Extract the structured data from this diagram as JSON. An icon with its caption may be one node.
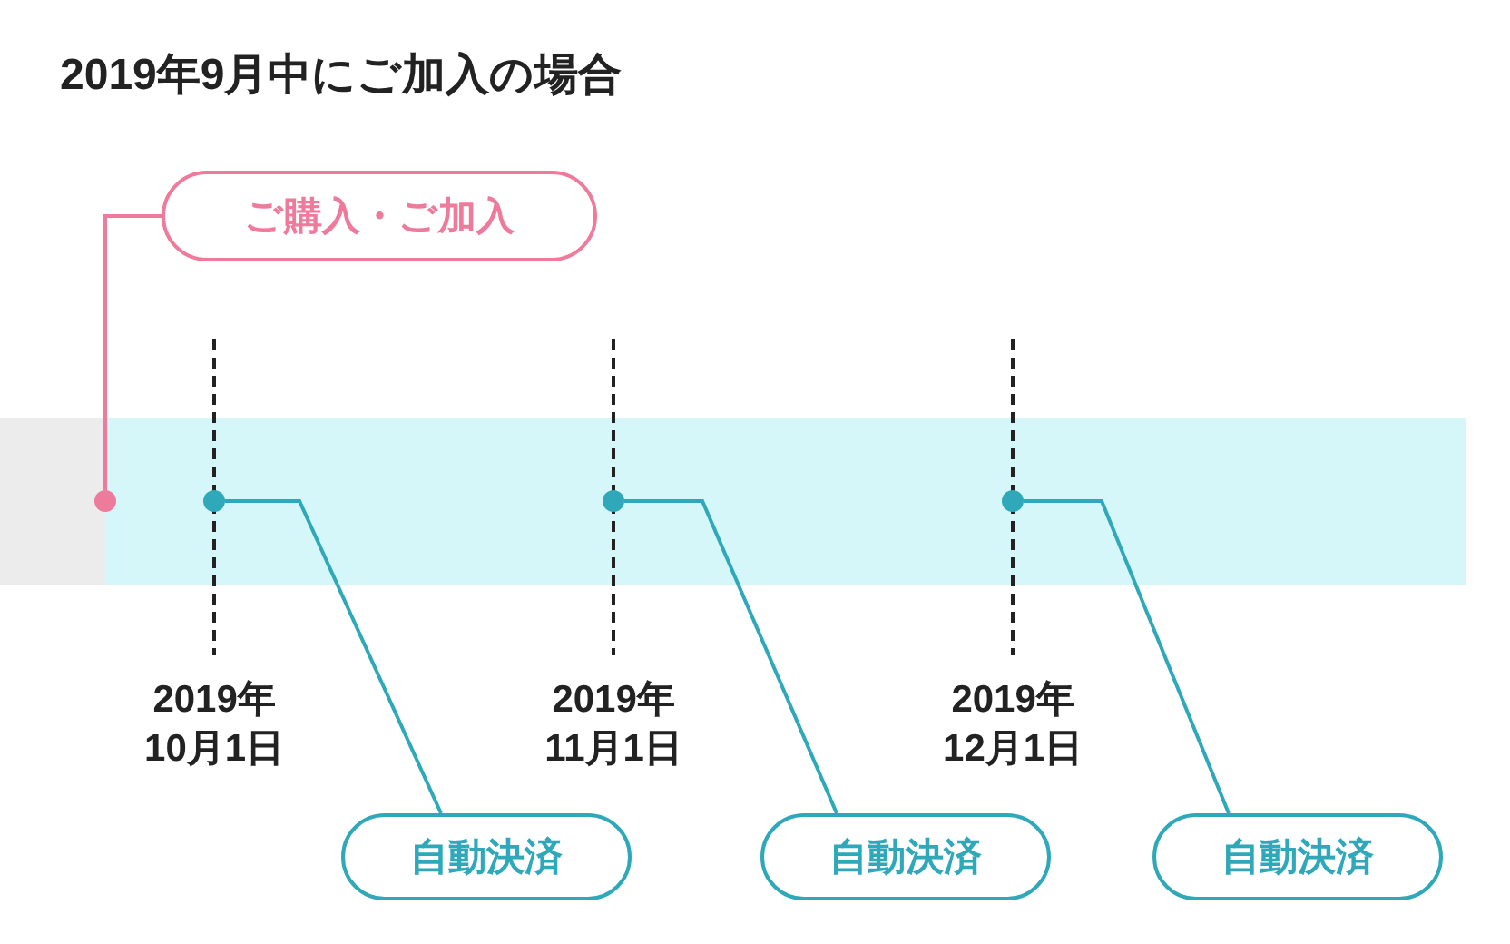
{
  "diagram": {
    "title": "2019年9月中にご加入の場合",
    "nodes": [
      {
        "text": [
          "ご購入・ご加入"
        ]
      },
      {
        "text": [],
        "shape": "circle"
      },
      {
        "text": [],
        "shape": "circle"
      },
      {
        "text": [],
        "shape": "circle"
      },
      {
        "text": [],
        "shape": "circle"
      },
      {
        "text": [
          "自動決済"
        ]
      },
      {
        "text": [
          "自動決済"
        ]
      },
      {
        "text": [
          "自動決済"
        ]
      }
    ],
    "edges": [
      {
        "from": 0,
        "to": 1,
        "arrow": "none",
        "color": "#ee7a9c"
      },
      {
        "from": 5,
        "to": 2,
        "arrow": "none"
      },
      {
        "from": 6,
        "to": 3,
        "arrow": "none"
      },
      {
        "from": 7,
        "to": 4,
        "arrow": "none"
      }
    ],
    "labels": [
      "2019年10月1日",
      "2019年11月1日",
      "2019年12月1日"
    ]
  }
}
